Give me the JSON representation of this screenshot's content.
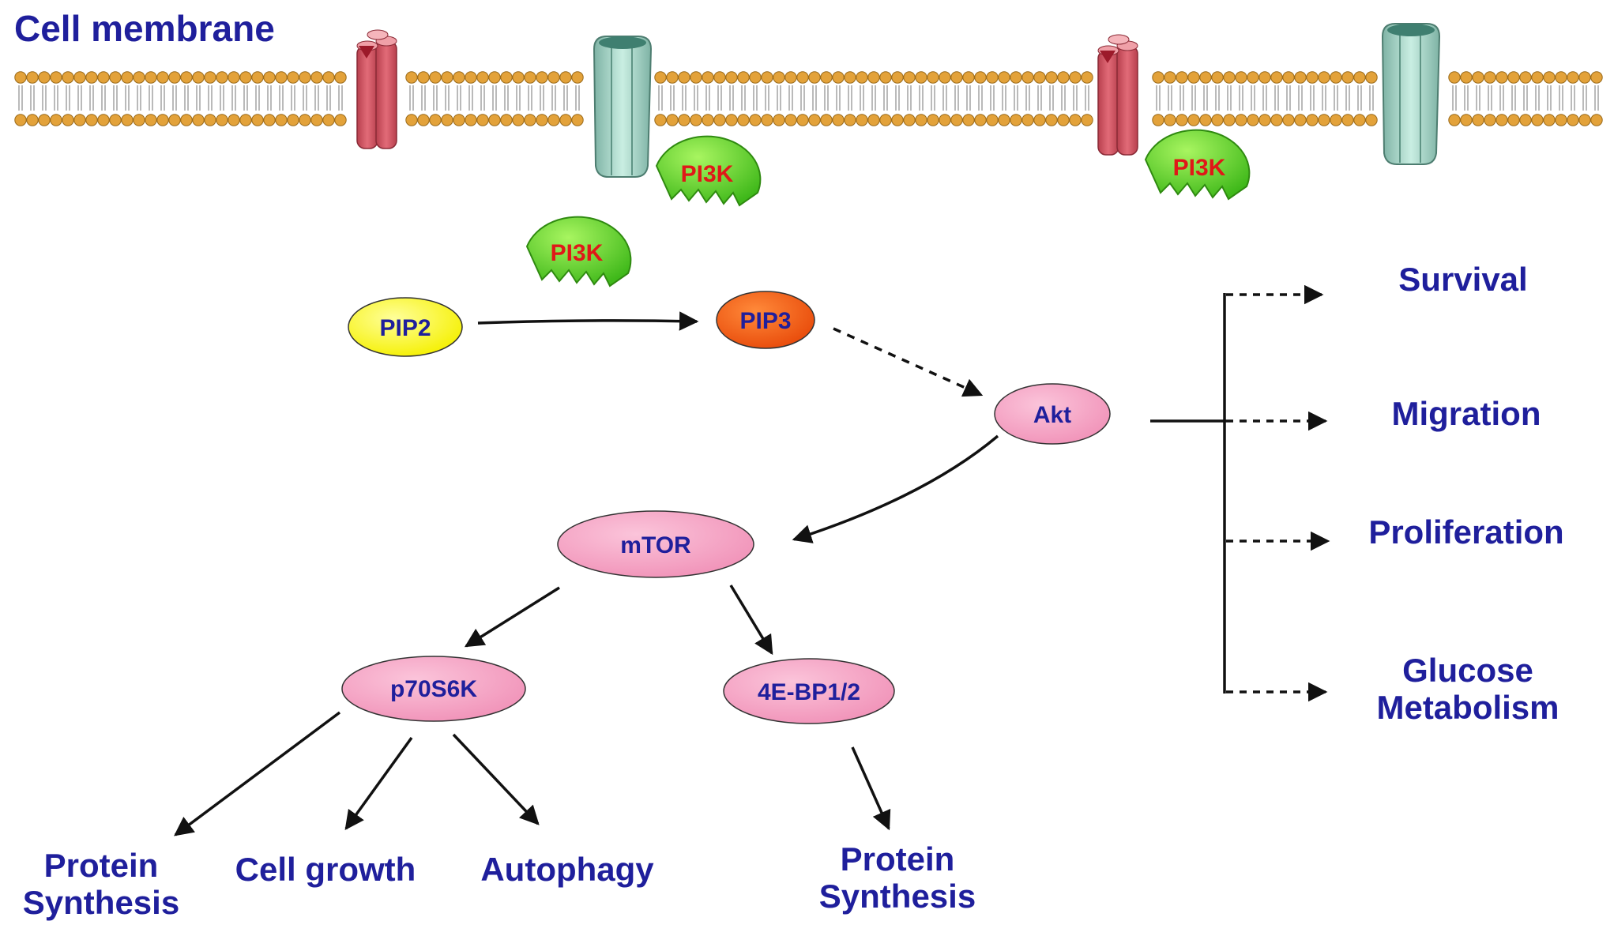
{
  "title": "Cell membrane",
  "pi3k_label": "PI3K",
  "nodes": {
    "pip2": "PIP2",
    "pip3": "PIP3",
    "akt": "Akt",
    "mtor": "mTOR",
    "p70s6k": "p70S6K",
    "bp": "4E-BP1/2"
  },
  "outcomes": {
    "survival": "Survival",
    "migration": "Migration",
    "proliferation": "Proliferation",
    "glucose": [
      "Glucose",
      "Metabolism"
    ],
    "protein_synthesis_1": [
      "Protein",
      "Synthesis"
    ],
    "cell_growth": "Cell growth",
    "autophagy": "Autophagy",
    "protein_synthesis_2": [
      "Protein",
      "Synthesis"
    ]
  },
  "colors": {
    "text": "#1f1f9c",
    "pi3k_text": "#e01818",
    "pip2": "#ffff1e",
    "pip3": "#f2540f",
    "pink_node": "#f5a3c3",
    "pi3k_body": "#5fdb1c",
    "lipid_head": "#e3a23a",
    "receptor_red": "#d85a68",
    "receptor_green": "#a9d7c9"
  }
}
